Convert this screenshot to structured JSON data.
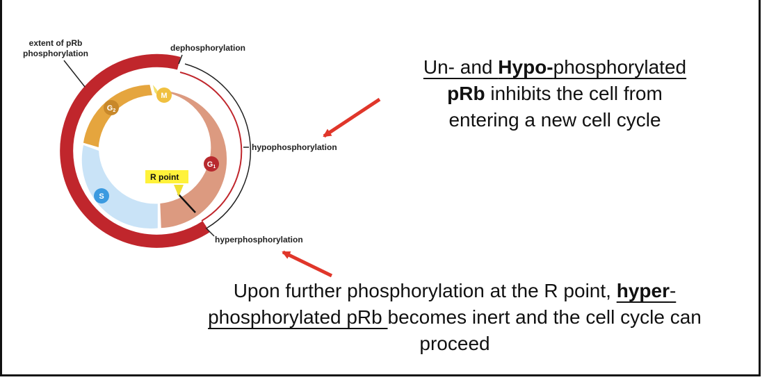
{
  "diagram": {
    "labels": {
      "extent_line1": "extent of pRb",
      "extent_line2": "phosphorylation",
      "dephosphorylation": "dephosphorylation",
      "hypophosphorylation": "hypophosphorylation",
      "hyperphosphorylation": "hyperphosphorylation",
      "r_point": "R point"
    },
    "phases": {
      "g2": "G",
      "g2_sub": "2",
      "m": "M",
      "g1": "G",
      "g1_sub": "1",
      "s": "S"
    },
    "colors": {
      "outer_ring": "#c0262c",
      "g1": "#dc9a80",
      "s": "#c9e3f7",
      "g2": "#e5a53e",
      "m": "#f3e06b",
      "arrow": "#e0362a",
      "r_point_box": "#fff23a"
    }
  },
  "text": {
    "top_line1_part1": "Un- and ",
    "top_line1_bold": "Hypo-",
    "top_line1_part2": "phosphorylated",
    "top_line2_bold": "pRb",
    "top_line2_rest": " inhibits the cell from",
    "top_line3": "entering a new cell cycle",
    "bottom_line1_part1": "Upon further phosphorylation at the R point, ",
    "bottom_line1_bold": "hyper",
    "bottom_line1_dash": "-",
    "bottom_line2_underlined": "phosphorylated pRb ",
    "bottom_line2_rest": "becomes inert and the cell cycle can",
    "bottom_line3": "proceed"
  }
}
